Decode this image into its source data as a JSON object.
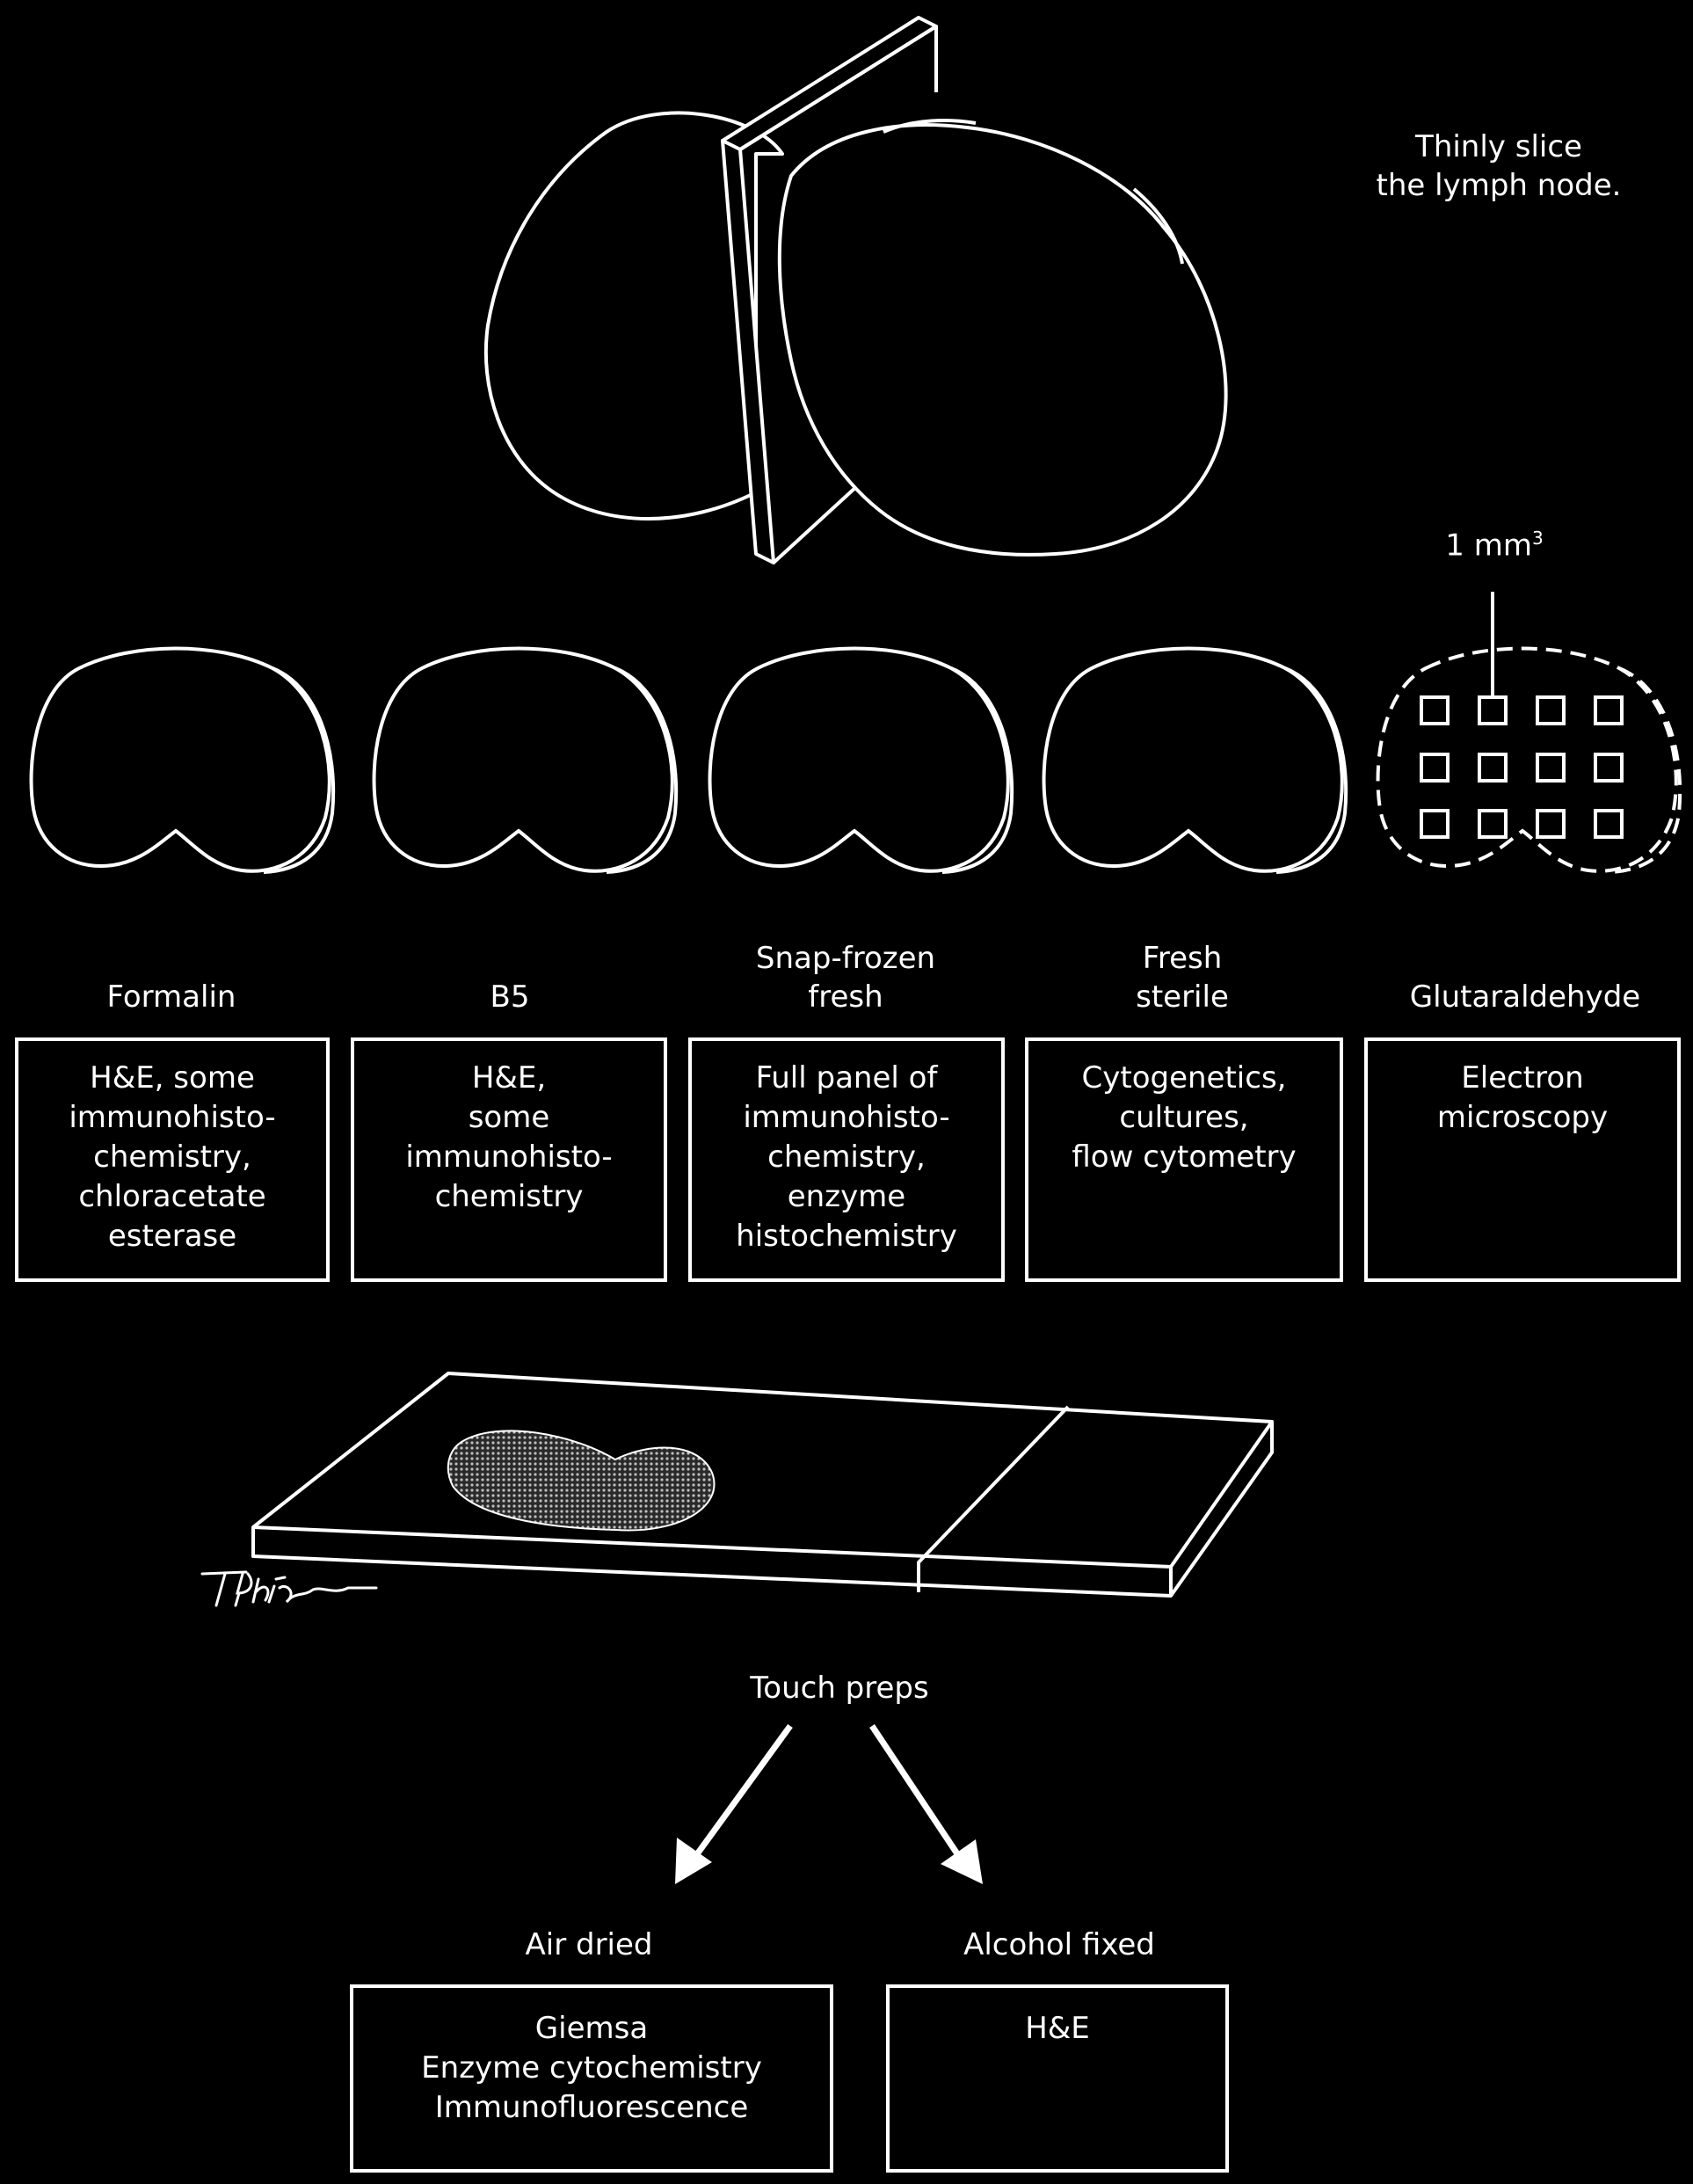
{
  "top_note": "Thinly slice\nthe lymph node.",
  "cube_label": "1 mm",
  "cube_sup": "3",
  "columns": [
    {
      "fixative": "Formalin",
      "uses": "H&E, some\nimmunohisto-\nchemistry,\nchloracetate\nesterase"
    },
    {
      "fixative": "B5",
      "uses": "H&E,\nsome\nimmunohisto-\nchemistry"
    },
    {
      "fixative": "Snap-frozen\nfresh",
      "uses": "Full panel of\nimmunohisto-\nchemistry,\nenzyme\nhistochemistry"
    },
    {
      "fixative": "Fresh\nsterile",
      "uses": "Cytogenetics,\ncultures,\nflow cytometry"
    },
    {
      "fixative": "Glutaraldehyde",
      "uses": "Electron\nmicroscopy"
    }
  ],
  "touch_preps": "Touch preps",
  "air_dried": {
    "label": "Air dried",
    "uses": "Giemsa\nEnzyme cytochemistry\nImmunofluorescence"
  },
  "alcohol_fixed": {
    "label": "Alcohol fixed",
    "uses": "H&E"
  },
  "signature": "T Phillips"
}
